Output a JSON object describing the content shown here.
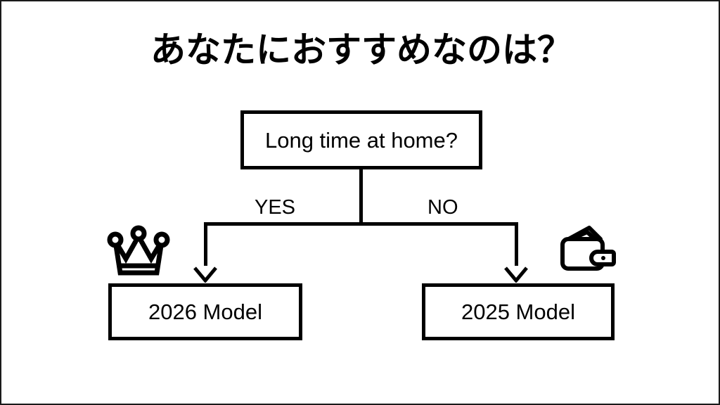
{
  "slide": {
    "title": "あなたにおすすめなのは？",
    "background_color": "#ffffff",
    "ink_color": "#000000",
    "border_color": "#1a1a1a"
  },
  "flowchart": {
    "decision": {
      "label": "Long time at home?"
    },
    "branches": [
      {
        "label": "YES",
        "side": "left"
      },
      {
        "label": "NO",
        "side": "right"
      }
    ],
    "outcomes": [
      {
        "label": "2026 Model",
        "side": "left",
        "icon": "crown-icon"
      },
      {
        "label": "2025 Model",
        "side": "right",
        "icon": "wallet-icon"
      }
    ]
  }
}
